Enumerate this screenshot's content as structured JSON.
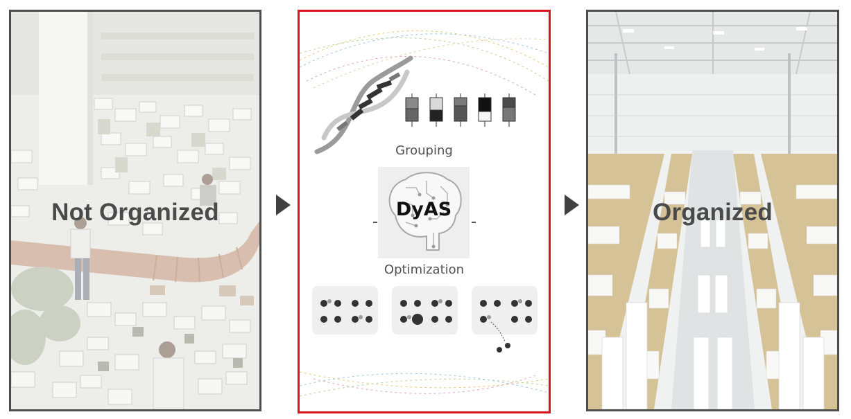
{
  "panels": {
    "left": {
      "label": "Not Organized"
    },
    "center": {
      "grouping_label": "Grouping",
      "core_label": "DyAS",
      "optimization_label": "Optimization"
    },
    "right": {
      "label": "Organized"
    }
  },
  "colors": {
    "panel_border": "#4d4d4d",
    "center_border": "#d9131b",
    "arrow": "#404040",
    "label_text": "#4a4a4a"
  },
  "icons": {
    "left_photo": "cluttered-warehouse-photo",
    "center_dna": "dna-helix-icon",
    "center_brain": "circuit-brain-icon",
    "right_photo": "organized-warehouse-photo"
  }
}
